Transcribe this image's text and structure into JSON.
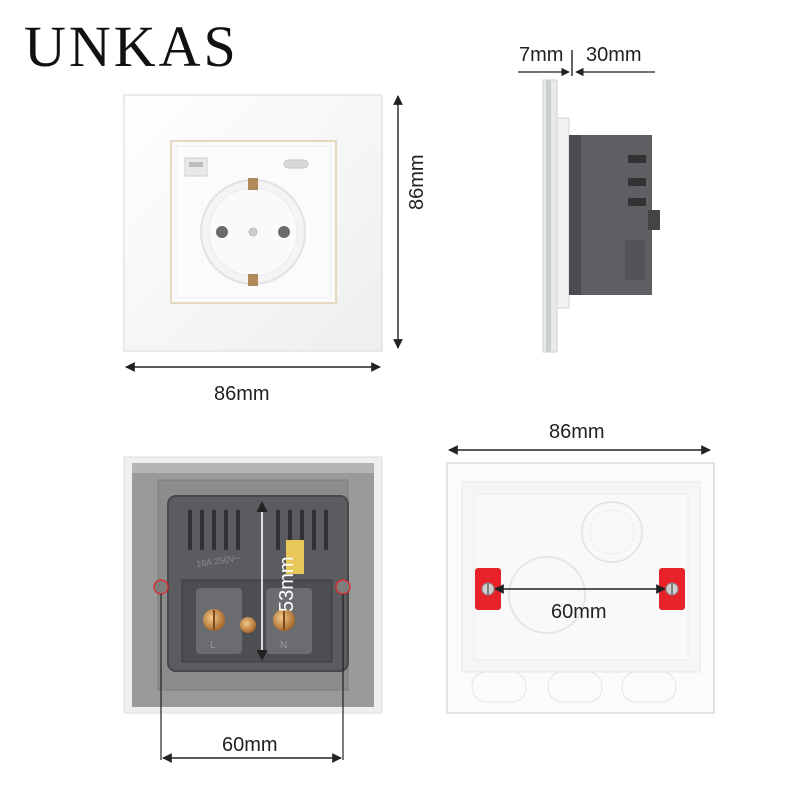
{
  "brand": {
    "name": "UNKAS"
  },
  "dimensions": {
    "front_width": "86mm",
    "front_height": "86mm",
    "side_panel_depth": "7mm",
    "side_body_depth": "30mm",
    "back_screw_spacing": "60mm",
    "back_module_height": "53mm",
    "box_width": "86mm",
    "box_screw_spacing": "60mm"
  },
  "product_markings": {
    "rating": "16A 250V~",
    "terminal_left": "L",
    "terminal_right": "N"
  },
  "colors": {
    "accent_red": "#e8222b",
    "socket_body": "#5a5c60",
    "frame_gray": "#9a9a98",
    "glass_white": "#f7f7f7"
  }
}
